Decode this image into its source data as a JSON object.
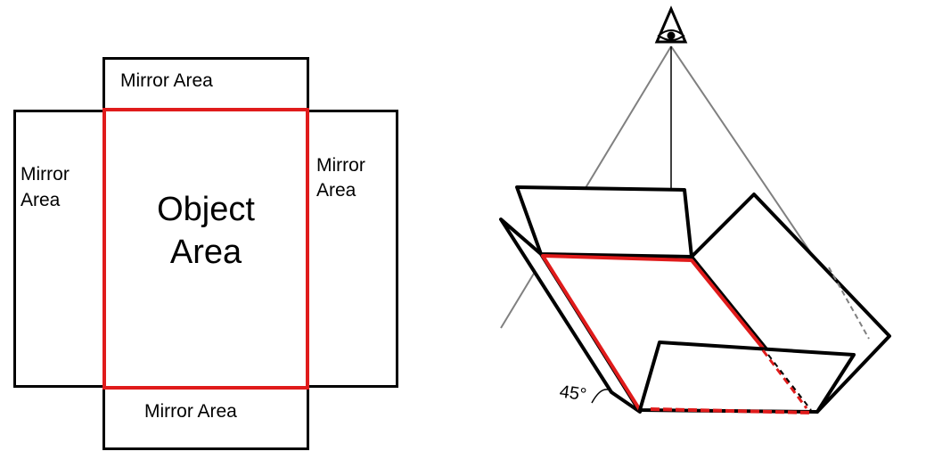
{
  "left_diagram": {
    "top_mirror": "Mirror Area",
    "bottom_mirror": "Mirror Area",
    "left_mirror_line1": "Mirror",
    "left_mirror_line2": "Area",
    "right_mirror_line1": "Mirror",
    "right_mirror_line2": "Area",
    "object_line1": "Object",
    "object_line2": "Area"
  },
  "right_diagram": {
    "angle_label": "45°"
  },
  "colors": {
    "outline": "#000000",
    "object_border": "#e01b1b",
    "sight_lines": "#808080"
  },
  "icons": [
    "eye-icon",
    "right-angle-marker"
  ]
}
